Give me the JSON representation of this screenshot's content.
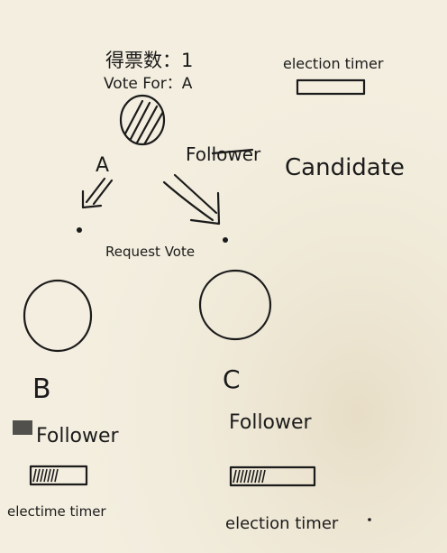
{
  "node_a": {
    "votes_label": "得票数：1",
    "vote_for_label": "Vote For：A",
    "name": "A",
    "state_struck": "Follower",
    "state": "Candidate",
    "timer_label": "election timer",
    "timer_fill": 0.1
  },
  "rpc_label": "Request Vote",
  "node_b": {
    "name": "B",
    "state": "Follower",
    "timer_label": "electime timer",
    "timer_fill": 0.5
  },
  "node_c": {
    "name": "C",
    "state": "Follower",
    "timer_label": "election timer",
    "timer_fill": 0.4
  },
  "colors": {
    "paper": "#f3eedf",
    "ink": "#1b1b1b"
  }
}
